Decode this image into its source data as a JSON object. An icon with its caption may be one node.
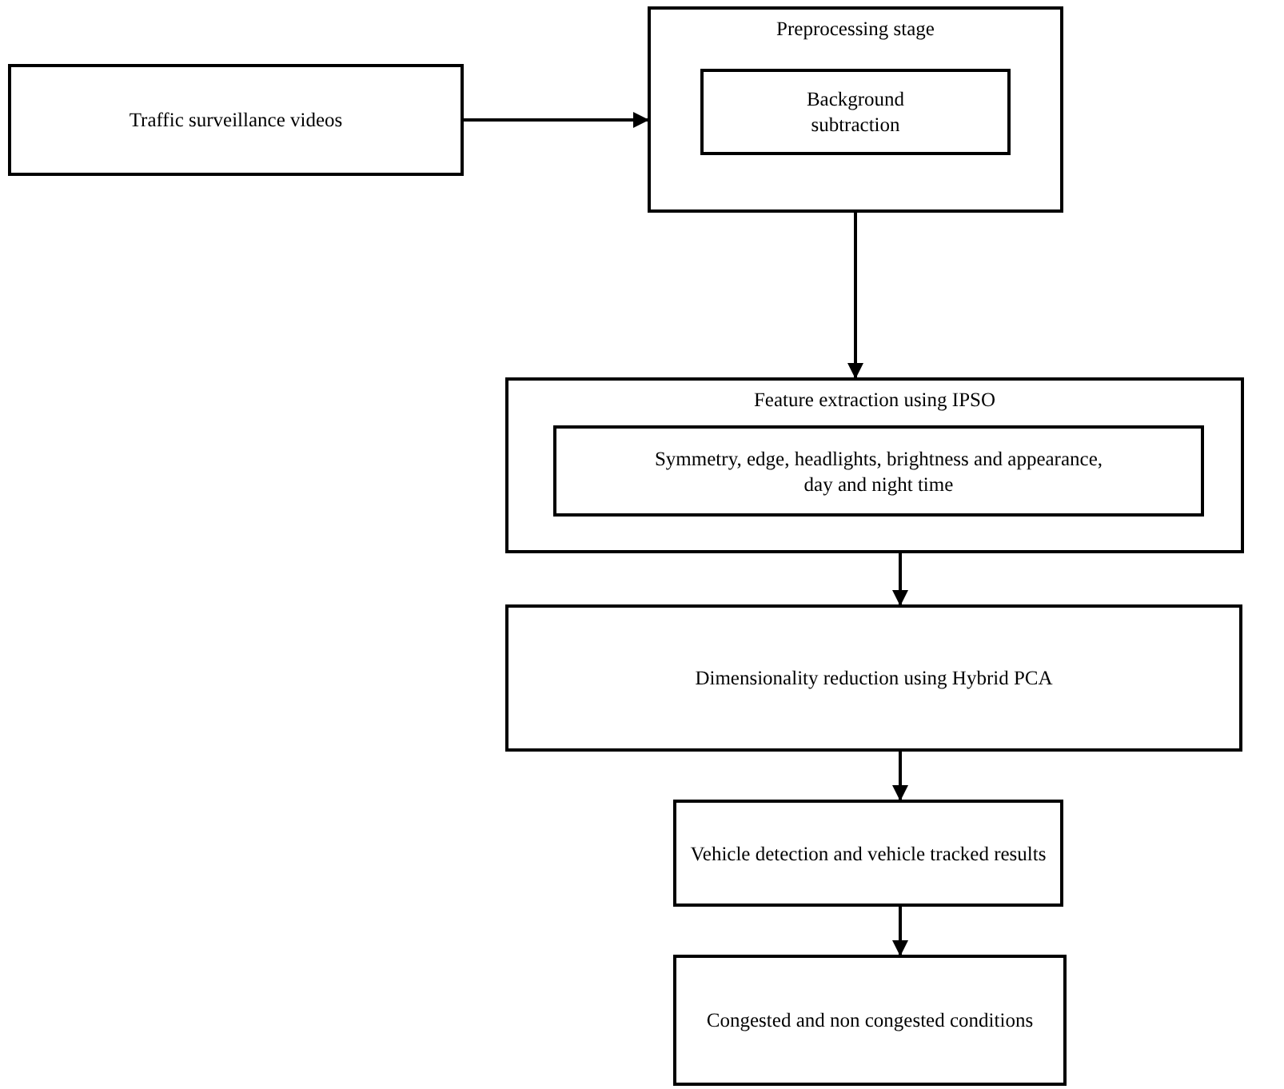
{
  "diagram": {
    "nodes": [
      {
        "text": [
          "Traffic surveillance videos"
        ]
      },
      {
        "text": [
          "Preprocessing stage"
        ]
      },
      {
        "text": [
          "Background subtraction"
        ],
        "in": 1
      },
      {
        "text": [
          "Feature extraction using IPSO"
        ]
      },
      {
        "text": [
          "Symmetry, edge, headlights, brightness and appearance, day and night time"
        ],
        "in": 3
      },
      {
        "text": [
          "Dimensionality reduction using Hybrid PCA"
        ]
      },
      {
        "text": [
          "Vehicle detection and vehicle tracked results"
        ]
      },
      {
        "text": [
          "Congested and non congested conditions"
        ]
      }
    ],
    "edges": [
      {
        "from": 0,
        "to": 1,
        "arrow": "to"
      },
      {
        "from": 1,
        "to": 3,
        "arrow": "to"
      },
      {
        "from": 3,
        "to": 5,
        "arrow": "to"
      },
      {
        "from": 5,
        "to": 6,
        "arrow": "to"
      },
      {
        "from": 6,
        "to": 7,
        "arrow": "to"
      }
    ]
  }
}
